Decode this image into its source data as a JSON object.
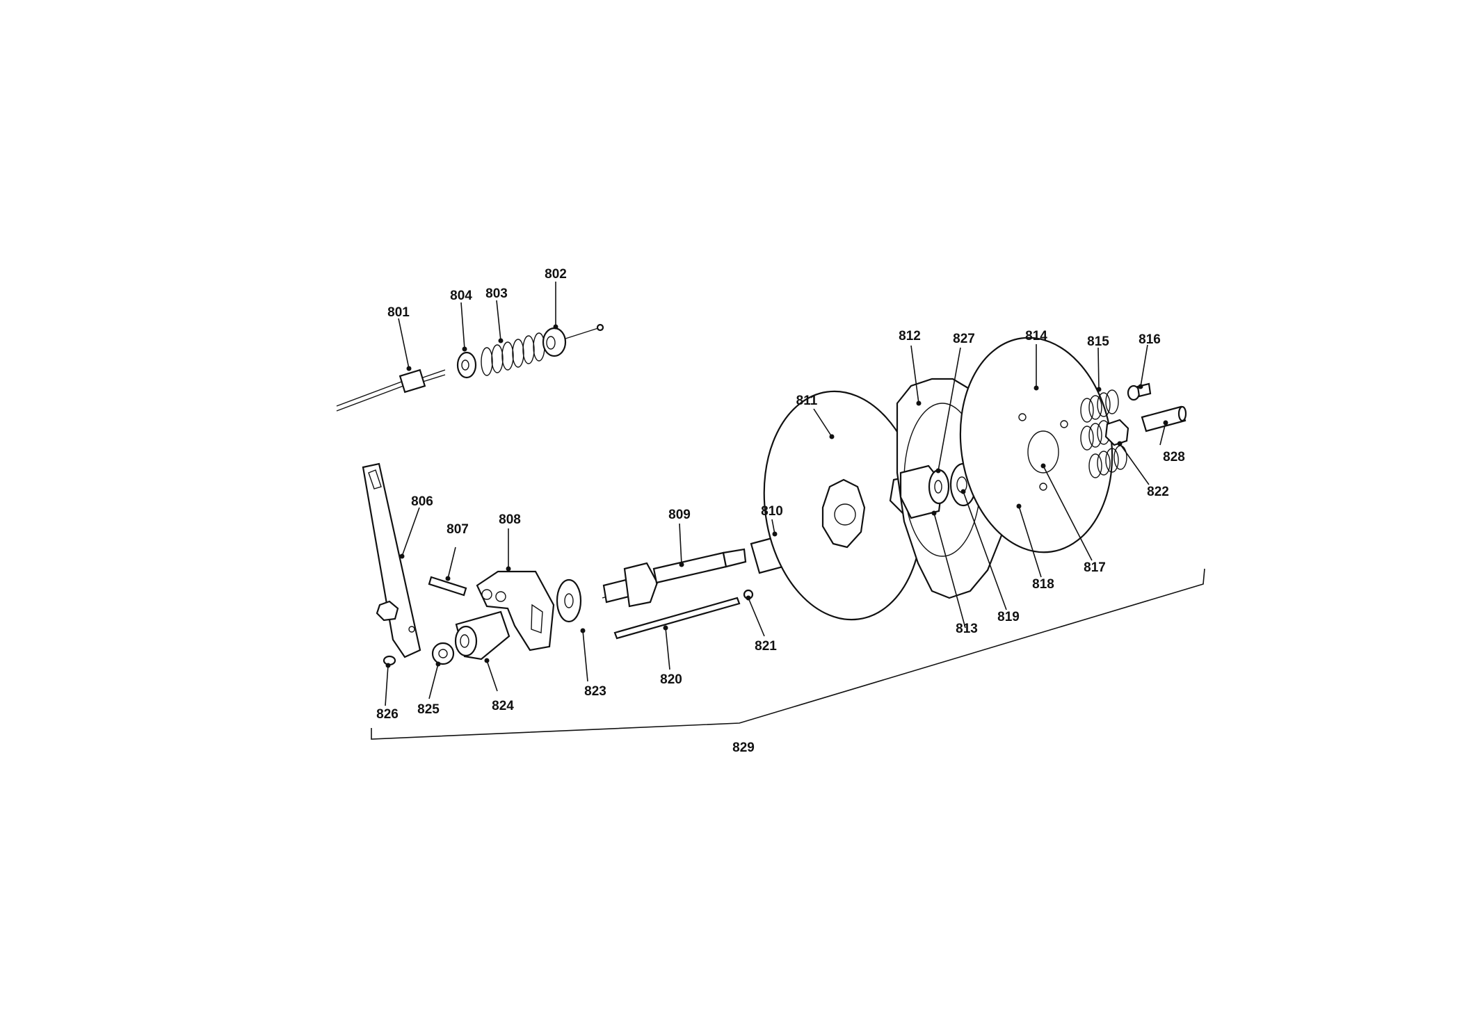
{
  "diagram": {
    "labels": {
      "p801": "801",
      "p802": "802",
      "p803": "803",
      "p804": "804",
      "p806": "806",
      "p807": "807",
      "p808": "808",
      "p809": "809",
      "p810": "810",
      "p811": "811",
      "p812": "812",
      "p813": "813",
      "p814": "814",
      "p815": "815",
      "p816": "816",
      "p817": "817",
      "p818": "818",
      "p819": "819",
      "p820": "820",
      "p821": "821",
      "p822": "822",
      "p823": "823",
      "p824": "824",
      "p825": "825",
      "p826": "826",
      "p827": "827",
      "p828": "828",
      "p829": "829"
    }
  }
}
